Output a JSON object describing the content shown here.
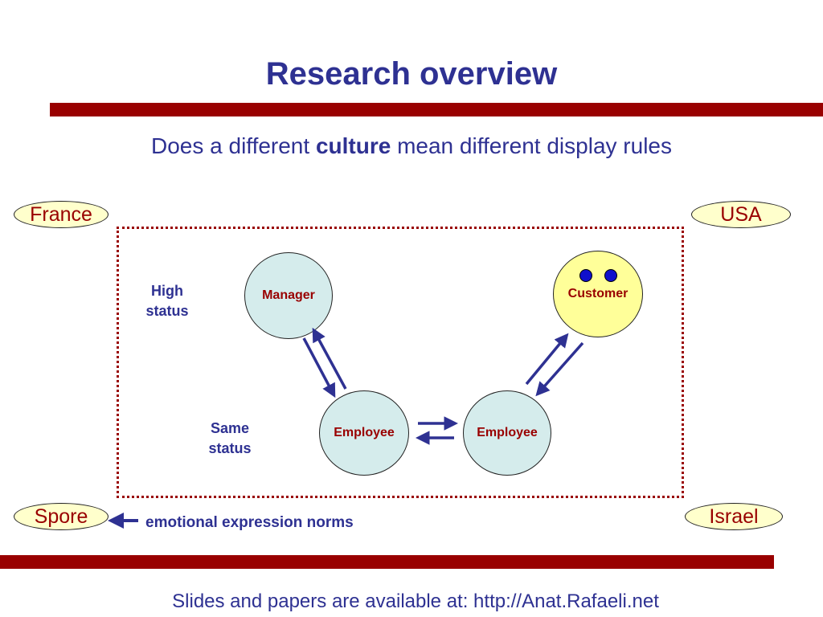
{
  "slide": {
    "title": "Research overview",
    "subtitle_pre": "Does a different ",
    "subtitle_bold": "culture",
    "subtitle_post": " mean different display rules",
    "footer": "Slides and papers are available at: http://Anat.Rafaeli.net"
  },
  "countries": {
    "top_left": "France",
    "top_right": "USA",
    "bottom_left": "Spore",
    "bottom_right": "Israel"
  },
  "nodes": {
    "manager": "Manager",
    "customer": "Customer",
    "employee_left": "Employee",
    "employee_right": "Employee"
  },
  "labels": {
    "high_status_1": "High",
    "high_status_2": "status",
    "same_status_1": "Same",
    "same_status_2": "status",
    "legend": "emotional expression norms"
  },
  "colors": {
    "title": "#2e3192",
    "accent_bar": "#990000",
    "node_text": "#990000",
    "node_fill": "#d5ecec",
    "customer_fill": "#ffff99",
    "oval_fill": "#ffffcc",
    "arrow": "#2e3192"
  }
}
